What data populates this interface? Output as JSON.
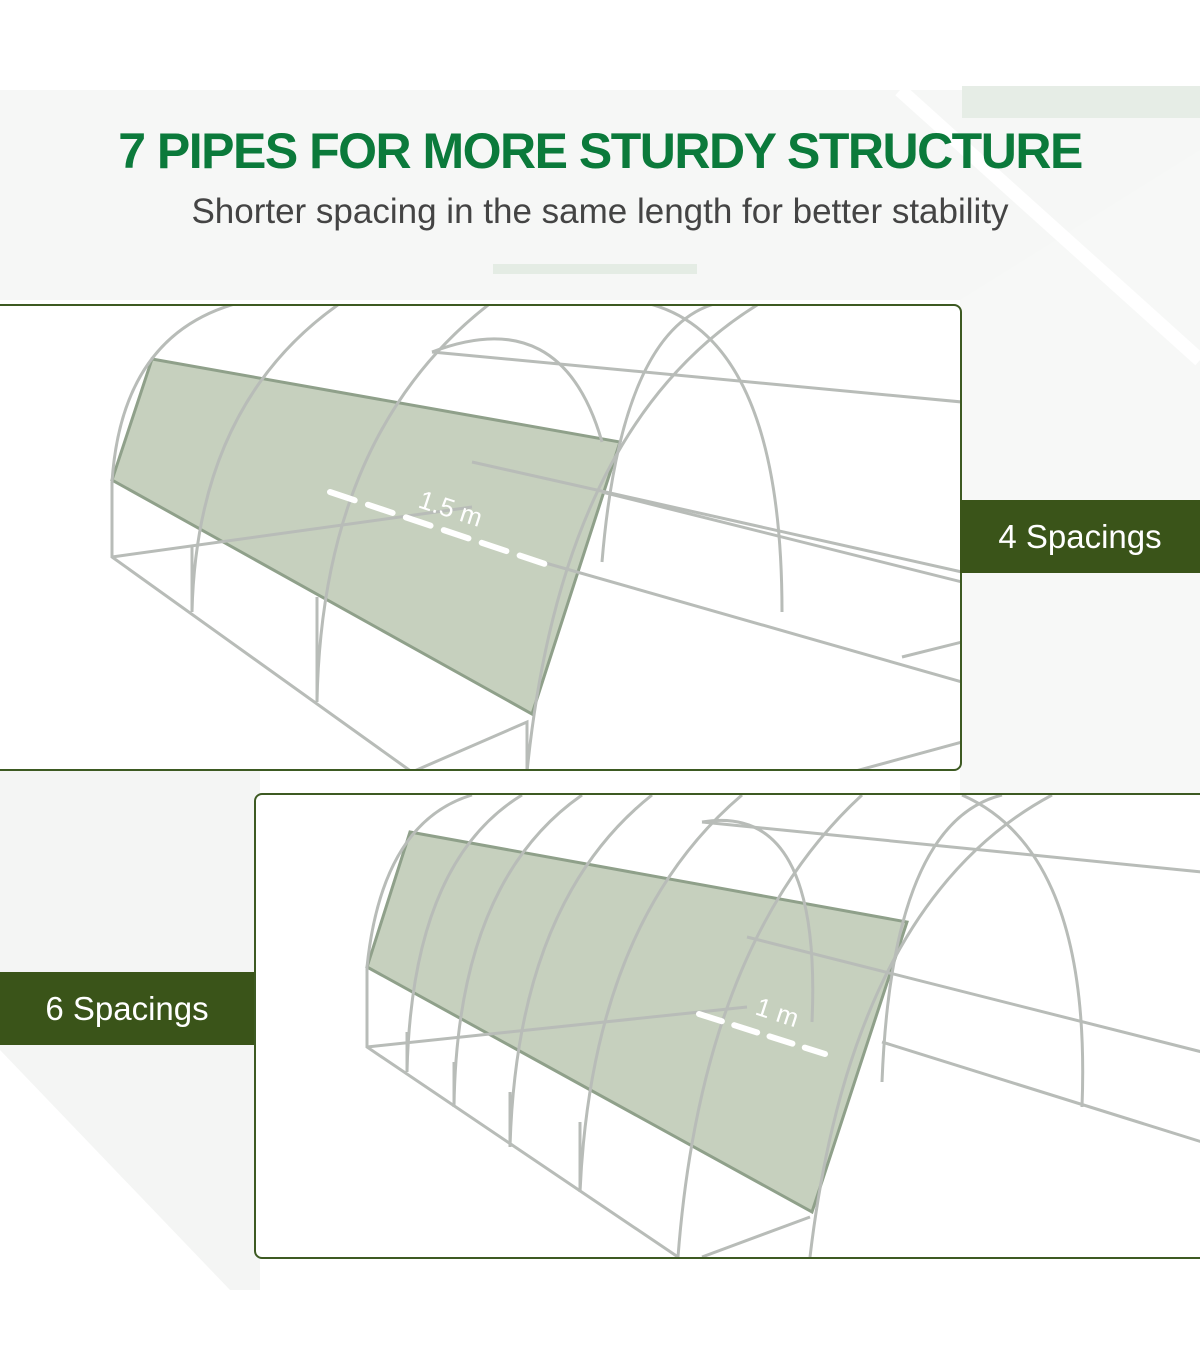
{
  "header": {
    "title": "7 PIPES FOR MORE STURDY STRUCTURE",
    "subtitle": "Shorter spacing in the same length for better stability"
  },
  "panels": [
    {
      "label": "4 Spacings",
      "measurement": "1.5 m"
    },
    {
      "label": "6 Spacings",
      "measurement": "1 m"
    }
  ],
  "colors": {
    "title": "#0b7a3b",
    "label_bg": "#3a5419",
    "border": "#3d5a22",
    "shade": "#c6d0be"
  }
}
